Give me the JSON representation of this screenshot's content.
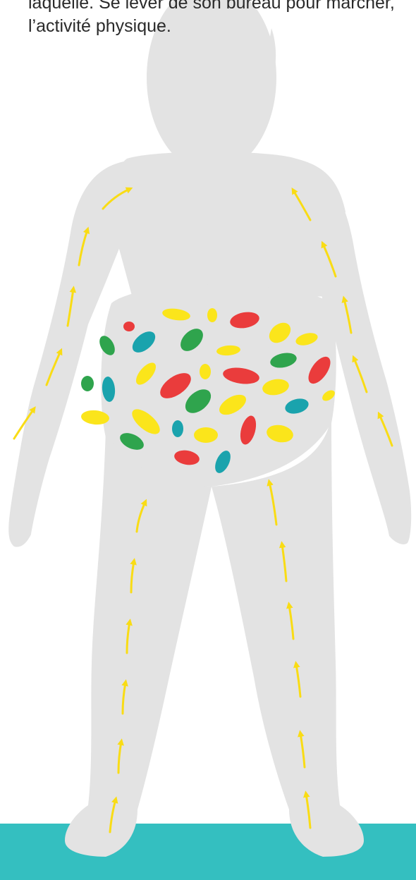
{
  "text": {
    "line1": "laquelle. Se lever de son bureau pour marcher,",
    "line2": "l’activité physique."
  },
  "colors": {
    "silhouette": "#e3e3e3",
    "floor": "#34bfc0",
    "arrow": "#f9dc15",
    "bacteria_yellow": "#fbe51b",
    "bacteria_red": "#ea3c3c",
    "bacteria_green": "#2fa44d",
    "bacteria_teal": "#1aa3ad"
  },
  "illustration": {
    "subject": "silhouette of a person with circulation arrows and gut bacteria",
    "arrow_icon": "arrow-up-icon",
    "bacteria_icon": "bacteria-icon"
  }
}
